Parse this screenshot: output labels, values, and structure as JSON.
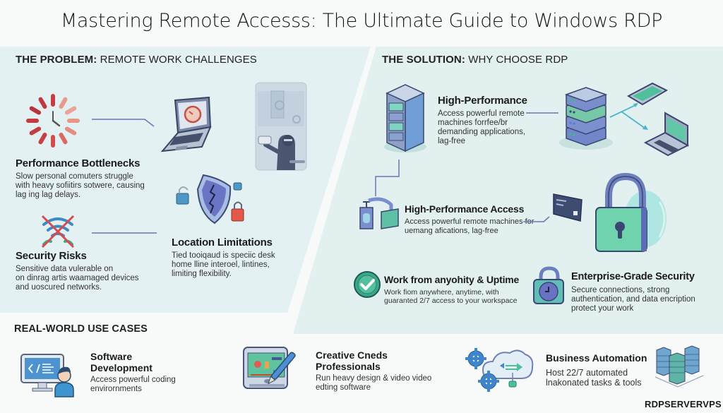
{
  "title": "Mastering Remote Accesss: The Ultimate Guide to Windows RDP",
  "problem": {
    "heading_bold": "THE PROBLEM:",
    "heading_rest": " REMOTE WORK CHALLENGES",
    "items": [
      {
        "title": "Performance Bottlenecks",
        "desc": [
          "Slow personal comuters struggle",
          "with heavy sofiitirs sotwere, causing",
          "lag ing lag delays."
        ]
      },
      {
        "title": "Security Risks",
        "desc": [
          "Sensitive data vulerable on",
          "on dinrag artis waamaged devices",
          "and uoscured networks."
        ]
      },
      {
        "title": "Location Limitations",
        "desc": [
          "Tied tooiqaud is speciic desk",
          "home lline interoel, lintines,",
          "limiting flexibility."
        ]
      }
    ]
  },
  "solution": {
    "heading_bold": "THE SOLUTION:",
    "heading_rest": " WHY CHOOSE RDP",
    "items": [
      {
        "title": "High-Performance",
        "desc": [
          "Access powerful remote",
          "machines forrfee/br",
          "demanding applications,",
          "lag-free"
        ]
      },
      {
        "title": "High-Performance Access",
        "desc": [
          "Access powerful remote machines for",
          "uemang afications, lag-free"
        ]
      },
      {
        "title": "Work from anyohity & Uptime",
        "desc": [
          "Work fiom anywhere, anytime, with",
          "guaranted 2/7 access to your workspace"
        ]
      },
      {
        "title": "Enterprise-Grade Security",
        "desc": [
          "Secure connections, strong",
          "authentication, and data encription",
          "protect your work"
        ]
      }
    ]
  },
  "use_cases": {
    "heading": "REAL-WORLD USE CASES",
    "items": [
      {
        "title": [
          "Software",
          "Development"
        ],
        "desc": [
          "Access powerful coding",
          "envirornments"
        ]
      },
      {
        "title": [
          "Creative Cneds",
          "Professionals"
        ],
        "desc": [
          "Run heavy design & video video",
          "edting software"
        ]
      },
      {
        "title": [
          "Business Automation"
        ],
        "desc": [
          "Host 22/7 automated",
          "lnakonated tasks & tools"
        ]
      }
    ]
  },
  "brand": "RDPSERVERVPS",
  "colors": {
    "panel": "#e3f1f1",
    "red": "#c9474b",
    "navy": "#3d4a6e",
    "blue": "#4a86c5",
    "teal": "#3db39a",
    "purple": "#5a63b3"
  }
}
